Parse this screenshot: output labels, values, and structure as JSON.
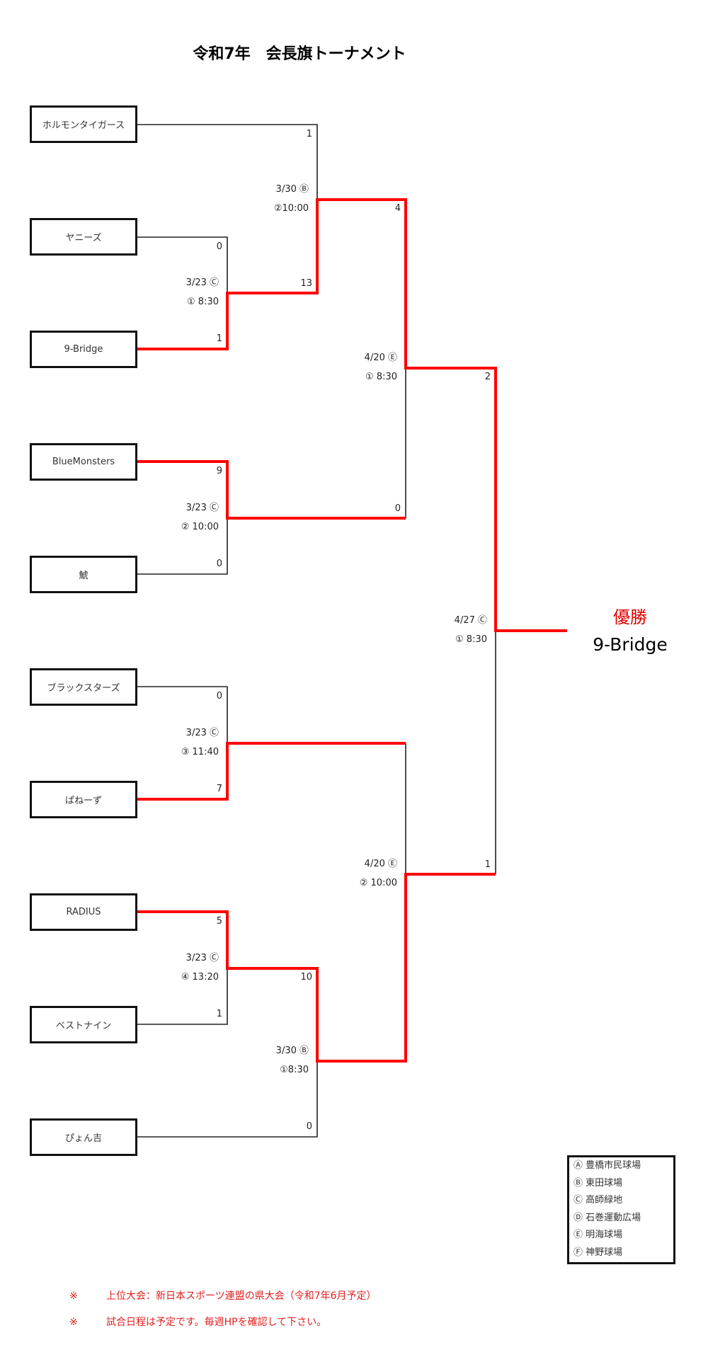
{
  "title": "令和7年　会長旗トーナメント",
  "teams": [
    {
      "name": "ホルモンタイガース"
    },
    {
      "name": "ヤニーズ"
    },
    {
      "name": "9-Bridge"
    },
    {
      "name": "BlueMonsters"
    },
    {
      "name": "鯱"
    },
    {
      "name": "ブラックスターズ"
    },
    {
      "name": "ぱねーず"
    },
    {
      "name": "RADIUS"
    },
    {
      "name": "ベストナイン"
    },
    {
      "name": "ぴょん吉"
    }
  ],
  "scores": {
    "horumon_r2": "1",
    "yanizu_r1": "0",
    "ninebridge_r1": "1",
    "ninebridge_r2": "13",
    "ninebridge_sf": "4",
    "bluemonsters_r1": "9",
    "bluemonsters_sf": "0",
    "shachi_r1": "0",
    "ninebridge_final": "2",
    "blackstars_r1": "0",
    "panezu_r1": "7",
    "radius_r1": "5",
    "bestnine_r1": "1",
    "radius_r2": "10",
    "pyonkichi_r2": "0",
    "lower_final": "1"
  },
  "matches": [
    {
      "date": "3/23 Ⓒ",
      "time": "① 8:30"
    },
    {
      "date": "3/30 Ⓑ",
      "time": "②10:00"
    },
    {
      "date": "3/23 Ⓒ",
      "time": "② 10:00"
    },
    {
      "date": "4/20 Ⓔ",
      "time": "① 8:30"
    },
    {
      "date": "4/27 Ⓒ",
      "time": "① 8:30"
    },
    {
      "date": "3/23 Ⓒ",
      "time": "③ 11:40"
    },
    {
      "date": "3/23 Ⓒ",
      "time": "④ 13:20"
    },
    {
      "date": "4/20 Ⓔ",
      "time": "② 10:00"
    },
    {
      "date": "3/30 Ⓑ",
      "time": "①8:30"
    }
  ],
  "champion": {
    "label": "優勝",
    "team": "9-Bridge"
  },
  "venues": [
    "Ⓐ 豊橋市民球場",
    "Ⓑ 東田球場",
    "Ⓒ 高師緑地",
    "Ⓓ 石巻運動広場",
    "Ⓔ 明海球場",
    "Ⓕ 神野球場"
  ],
  "notes": [
    {
      "mark": "※",
      "text": "上位大会：新日本スポーツ連盟の県大会（令和7年6月予定）"
    },
    {
      "mark": "※",
      "text": "試合日程は予定です。毎週HPを確認して下さい。"
    }
  ],
  "colors": {
    "winner_line": "#ff0000",
    "line": "#222222",
    "note": "#e02020"
  }
}
